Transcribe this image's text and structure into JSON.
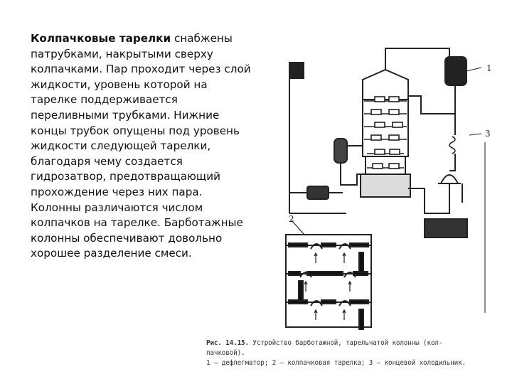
{
  "paragraph": {
    "bold_lead": "Колпачковые тарелки",
    "body": " снабжены патрубками, накрытыми сверху колпачками. Пар проходит через слой жидкости, уровень которой на тарелке поддерживается переливными трубками. Нижние концы трубок опущены под уровень жидкости следующей тарелки, благодаря чему создается гидрозатвор, предотвращающий прохождение через них пара. Колонны различаются числом колпачков на тарелке. Барботажные колонны обеспечивают довольно хорошее разделение смеси."
  },
  "figure": {
    "labels": {
      "one": "1",
      "two": "2",
      "three": "3"
    }
  },
  "caption": {
    "title": "Рис. 14.15.",
    "line1": " Устройство барботажной, тарельчатой колонны (кол-",
    "line2": "пачковой).",
    "line3": "1 — дефлегматор; 2 — колпачковая тарелка; 3 — концевой холодильник."
  }
}
